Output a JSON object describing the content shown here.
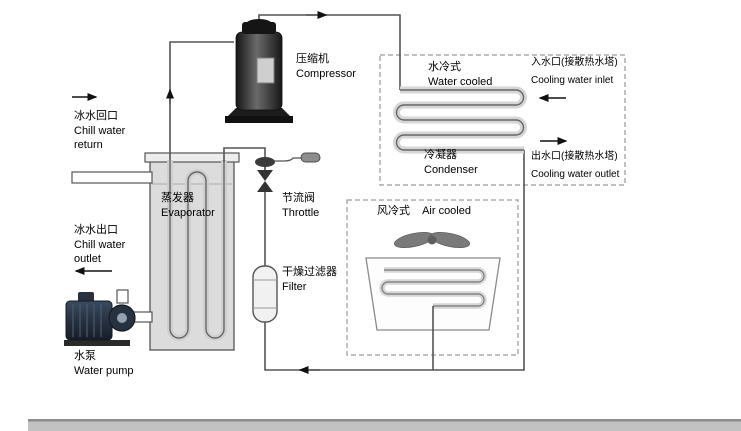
{
  "diagram": {
    "kind": "chiller-refrigeration-schematic",
    "languages": [
      "zh",
      "en"
    ]
  },
  "labels": {
    "compressor": {
      "zh": "压缩机",
      "en": "Compressor"
    },
    "evaporator": {
      "zh": "蒸发器",
      "en": "Evaporator"
    },
    "throttle": {
      "zh": "节流阀",
      "en": "Throttle"
    },
    "filter": {
      "zh": "干燥过滤器",
      "en": "Filter"
    },
    "water_cooled": {
      "zh": "水冷式",
      "en": "Water cooled"
    },
    "condenser": {
      "zh": "冷凝器",
      "en": "Condenser"
    },
    "cooling_water_inlet": {
      "zh": "入水口(接散热水塔)",
      "en": "Cooling water inlet"
    },
    "cooling_water_outlet": {
      "zh": "出水口(接散热水塔)",
      "en": "Cooling water outlet"
    },
    "air_cooled": {
      "zh": "风冷式",
      "en": "Air cooled"
    },
    "chill_water_return": {
      "zh": "冰水回口",
      "en": "Chill water return"
    },
    "chill_water_outlet": {
      "zh": "冰水出口",
      "en": "Chill water outlet"
    },
    "water_pump": {
      "zh": "水泵",
      "en": "Water pump"
    }
  },
  "flow_arrows": [
    "compressor-discharge-right",
    "evaporator-suction-up",
    "chill-water-return-right",
    "chill-water-outlet-left",
    "bottom-liquid-line-left",
    "cooling-water-inlet-left",
    "cooling-water-outlet-right"
  ],
  "colors": {
    "pipe": "#555555",
    "component_dark": "#1b1b1b",
    "tank_fill": "#dcdcdc",
    "pump_body": "#2e3a4a",
    "fan_blade": "#7a7a7a",
    "dashed_box": "#999999",
    "coil_tube": "#d6d6d6",
    "bottom_bar": "#c2c2c2"
  }
}
